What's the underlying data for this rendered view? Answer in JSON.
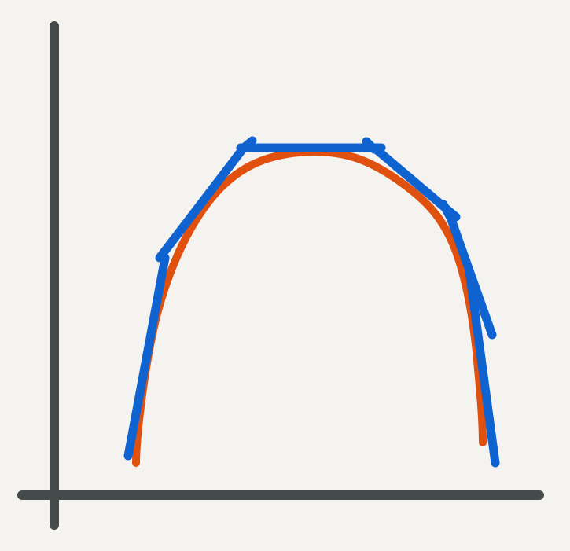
{
  "colors": {
    "background": "#f5f3f0",
    "axis": "#454a4b",
    "curve": "#e0500f",
    "polyline": "#0f63d1"
  },
  "diagram": {
    "description_elements": [
      "axes",
      "smooth-arch-curve",
      "piecewise-linear-approximation"
    ],
    "axes": {
      "x_label": "",
      "y_label": ""
    }
  }
}
